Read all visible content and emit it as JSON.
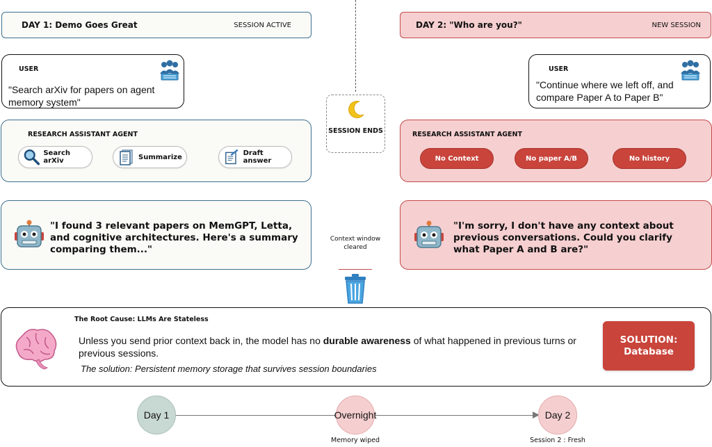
{
  "day1": {
    "header": {
      "title": "DAY 1: Demo Goes Great",
      "tag": "SESSION ACTIVE"
    },
    "user": {
      "label": "USER",
      "text": "\"Search arXiv for papers on agent memory system\""
    },
    "agent": {
      "label": "RESEARCH ASSISTANT AGENT",
      "tools": [
        {
          "label": "Search arXiv",
          "icon": "magnifier-icon"
        },
        {
          "label": "Summarize",
          "icon": "document-icon"
        },
        {
          "label": "Draft answer",
          "icon": "draft-icon"
        }
      ]
    },
    "response": {
      "text": "\"I found 3 relevant papers on MemGPT, Letta, and cognitive architectures. Here's a summary comparing them...\""
    }
  },
  "day2": {
    "header": {
      "title": "DAY 2: \"Who are you?\"",
      "tag": "NEW SESSION"
    },
    "user": {
      "label": "USER",
      "text": "\"Continue where we left off, and compare Paper A to Paper B\""
    },
    "agent": {
      "label": "RESEARCH ASSISTANT AGENT",
      "missing": [
        {
          "label": "No Context"
        },
        {
          "label": "No paper A/B"
        },
        {
          "label": "No history"
        }
      ]
    },
    "response": {
      "text": "\"I'm sorry, I don't have any context about previous conversations. Could you clarify what Paper A and B are?\""
    }
  },
  "divider": {
    "session_end_label": "SESSION ENDS",
    "context_label": "Context window cleared"
  },
  "root_cause": {
    "title": "The Root Cause: LLMs Are Stateless",
    "body_pre": "Unless you send prior context back in, the model has no ",
    "body_bold": "durable awareness",
    "body_post": " of what happened in previous turns or previous sessions.",
    "solution_line": "The solution: Persistent memory storage that survives session boundaries",
    "solution_box": {
      "line1": "SOLUTION:",
      "line2": "Database"
    }
  },
  "timeline": {
    "nodes": [
      {
        "label": "Day 1",
        "caption": ""
      },
      {
        "label": "Overnight",
        "caption": "Memory wiped"
      },
      {
        "label": "Day 2",
        "caption": "Session 2 : Fresh"
      }
    ]
  },
  "colors": {
    "day1_bg": "#fafaf7",
    "day1_border": "#3d6f8e",
    "day2_bg": "#f6cfd0",
    "day2_border": "#c24a4a",
    "alert_red": "#c9443b",
    "node_day1": "#c8d8d2",
    "node_pink": "#f5cfd0"
  }
}
